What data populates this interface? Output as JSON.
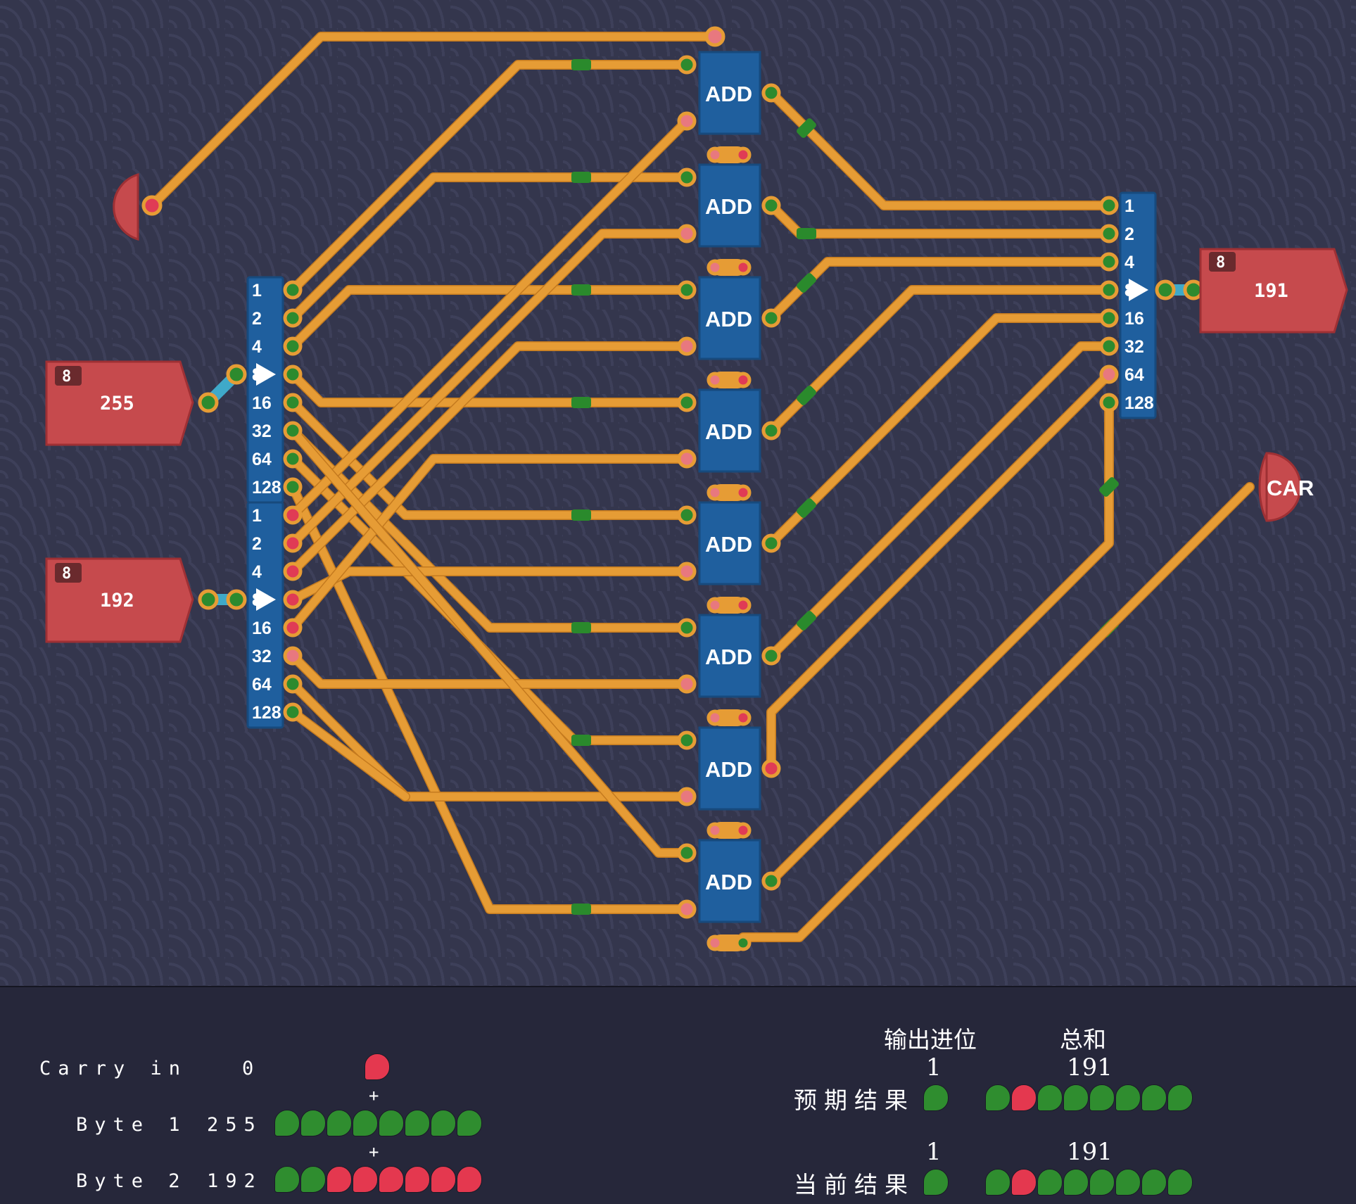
{
  "circuit": {
    "adder_label": "ADD",
    "carry_output_label": "CAR",
    "input_a": {
      "bit_width": "8",
      "value": "255"
    },
    "input_b": {
      "bit_width": "8",
      "value": "192"
    },
    "output": {
      "bit_width": "8",
      "value": "191"
    },
    "bus_labels": [
      "1",
      "2",
      "4",
      "8",
      "16",
      "32",
      "64",
      "128"
    ]
  },
  "panel": {
    "carry_in_label": "Carry in",
    "carry_in_value": "0",
    "carry_in_bits": [
      0
    ],
    "plus": "+",
    "byte1_label": "Byte 1",
    "byte1_value": "255",
    "byte1_bits": [
      1,
      1,
      1,
      1,
      1,
      1,
      1,
      1
    ],
    "byte2_label": "Byte 2",
    "byte2_value": "192",
    "byte2_bits": [
      1,
      1,
      0,
      0,
      0,
      0,
      0,
      0
    ],
    "col_carry_out": "输出进位",
    "col_sum": "总和",
    "expected_label": "预期结果",
    "expected_carry": "1",
    "expected_sum": "191",
    "expected_carry_bits": [
      1
    ],
    "expected_sum_bits": [
      1,
      0,
      1,
      1,
      1,
      1,
      1,
      1
    ],
    "current_label": "当前结果",
    "current_carry": "1",
    "current_sum": "191",
    "current_carry_bits": [
      1
    ],
    "current_sum_bits": [
      1,
      0,
      1,
      1,
      1,
      1,
      1,
      1
    ]
  },
  "colors": {
    "wire": "#e69c35",
    "adder": "#1f5f9e",
    "io": "#c64a4d",
    "bit_on": "#2f8d2f",
    "bit_off": "#e4384f",
    "canvas_bg": "#34364d"
  }
}
